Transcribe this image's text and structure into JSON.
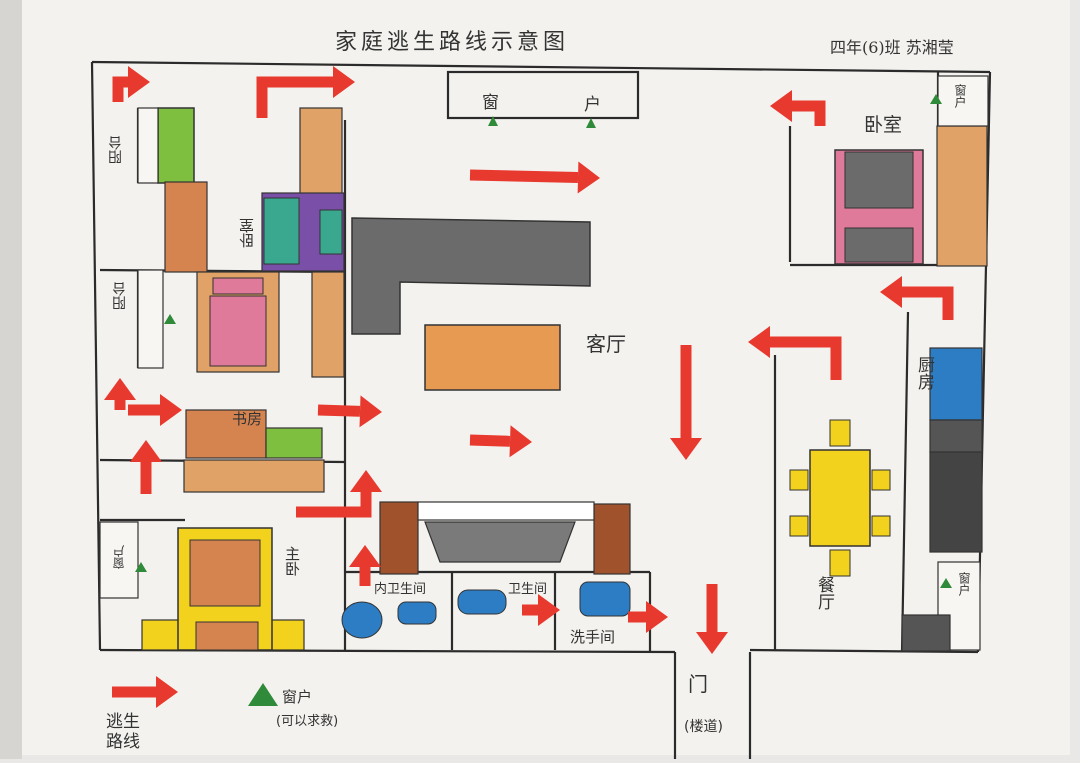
{
  "title": "家庭逃生路线示意图",
  "author": "四年(6)班  苏湘莹",
  "rooms": {
    "window_top": [
      "窗",
      "户"
    ],
    "bedroom_right": "卧室",
    "bedroom_left": "卧室",
    "living_room": "客厅",
    "study": "书房",
    "bedroom_bottom": "主卧",
    "balcony_top_left": "阳台",
    "balcony_mid_left": "阳台",
    "kitchen": "厨房",
    "dining_room": "餐厅",
    "bathroom_inner": "内卫生间",
    "bathroom": "卫生间",
    "washroom": "洗手间",
    "door": "门",
    "stairwell": "(楼道)",
    "window_small": "窗户"
  },
  "side_labels": {
    "balcony_top_left": "阳台",
    "balcony_mid_left": "阳台",
    "window_bottom_left": "窗户",
    "window_right_top": "窗户",
    "window_right_bottom": "窗户"
  },
  "legend": {
    "escape_route": "逃生路线",
    "window_label": "窗户",
    "window_note": "(可以求救)"
  },
  "colors": {
    "arrow": "#e8392f",
    "wall": "#2b2b2b",
    "paper": "#f3f2ee",
    "green_marker": "#2f8a3a",
    "furniture_orange": "#e0a266",
    "sofa_gray": "#6b6b6b",
    "bed_pink": "#e07a9a",
    "yellow": "#f2d21c",
    "blue": "#2d7dc4",
    "purple": "#7a4fa8",
    "teal": "#3aa88f"
  }
}
